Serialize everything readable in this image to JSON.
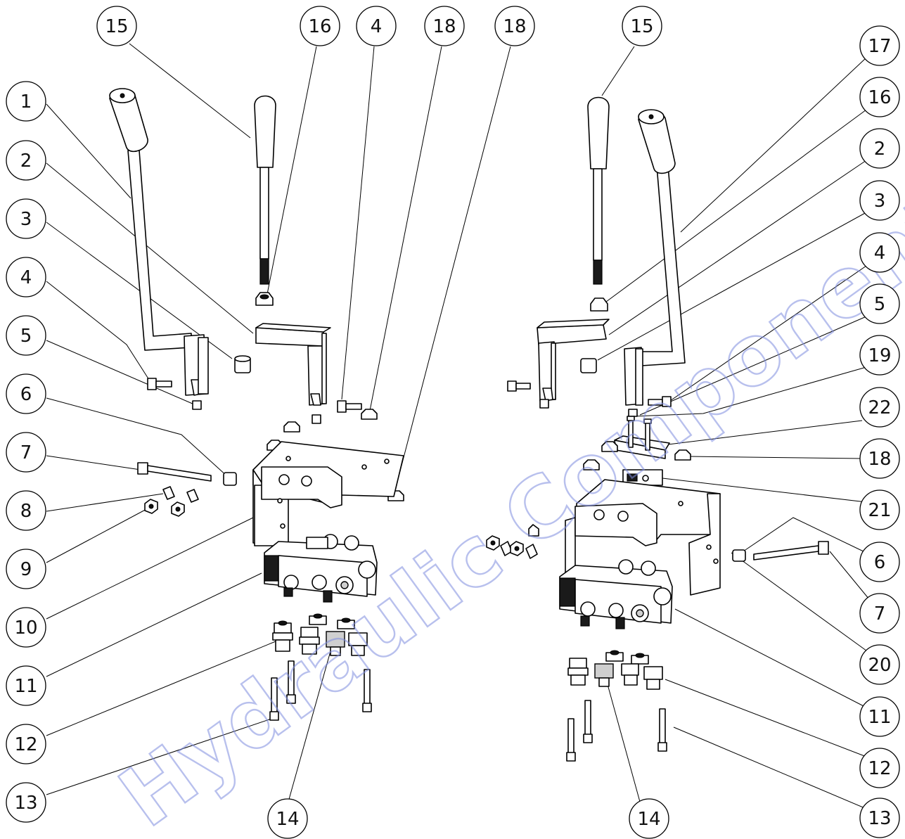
{
  "watermark": "Hydraulic Components",
  "colors": {
    "line": "#000000",
    "watermark": "#7f8de0",
    "background": "#ffffff"
  },
  "balloons": [
    {
      "id": "b-l-1",
      "label": "1"
    },
    {
      "id": "b-l-2",
      "label": "2"
    },
    {
      "id": "b-l-3",
      "label": "3"
    },
    {
      "id": "b-l-4",
      "label": "4"
    },
    {
      "id": "b-l-5",
      "label": "5"
    },
    {
      "id": "b-l-6",
      "label": "6"
    },
    {
      "id": "b-l-7",
      "label": "7"
    },
    {
      "id": "b-l-8",
      "label": "8"
    },
    {
      "id": "b-l-9",
      "label": "9"
    },
    {
      "id": "b-l-10",
      "label": "10"
    },
    {
      "id": "b-l-11",
      "label": "11"
    },
    {
      "id": "b-l-12",
      "label": "12"
    },
    {
      "id": "b-l-13",
      "label": "13"
    },
    {
      "id": "b-b-14a",
      "label": "14"
    },
    {
      "id": "b-b-14b",
      "label": "14"
    },
    {
      "id": "b-t-15a",
      "label": "15"
    },
    {
      "id": "b-t-16",
      "label": "16"
    },
    {
      "id": "b-t-4",
      "label": "4"
    },
    {
      "id": "b-t-18a",
      "label": "18"
    },
    {
      "id": "b-t-18b",
      "label": "18"
    },
    {
      "id": "b-t-15b",
      "label": "15"
    },
    {
      "id": "b-r-17",
      "label": "17"
    },
    {
      "id": "b-r-16",
      "label": "16"
    },
    {
      "id": "b-r-2",
      "label": "2"
    },
    {
      "id": "b-r-3",
      "label": "3"
    },
    {
      "id": "b-r-4",
      "label": "4"
    },
    {
      "id": "b-r-5",
      "label": "5"
    },
    {
      "id": "b-r-19",
      "label": "19"
    },
    {
      "id": "b-r-22",
      "label": "22"
    },
    {
      "id": "b-r-18",
      "label": "18"
    },
    {
      "id": "b-r-21",
      "label": "21"
    },
    {
      "id": "b-r-6",
      "label": "6"
    },
    {
      "id": "b-r-7",
      "label": "7"
    },
    {
      "id": "b-r-20",
      "label": "20"
    },
    {
      "id": "b-r-11",
      "label": "11"
    },
    {
      "id": "b-r-12",
      "label": "12"
    },
    {
      "id": "b-r-13",
      "label": "13"
    }
  ]
}
